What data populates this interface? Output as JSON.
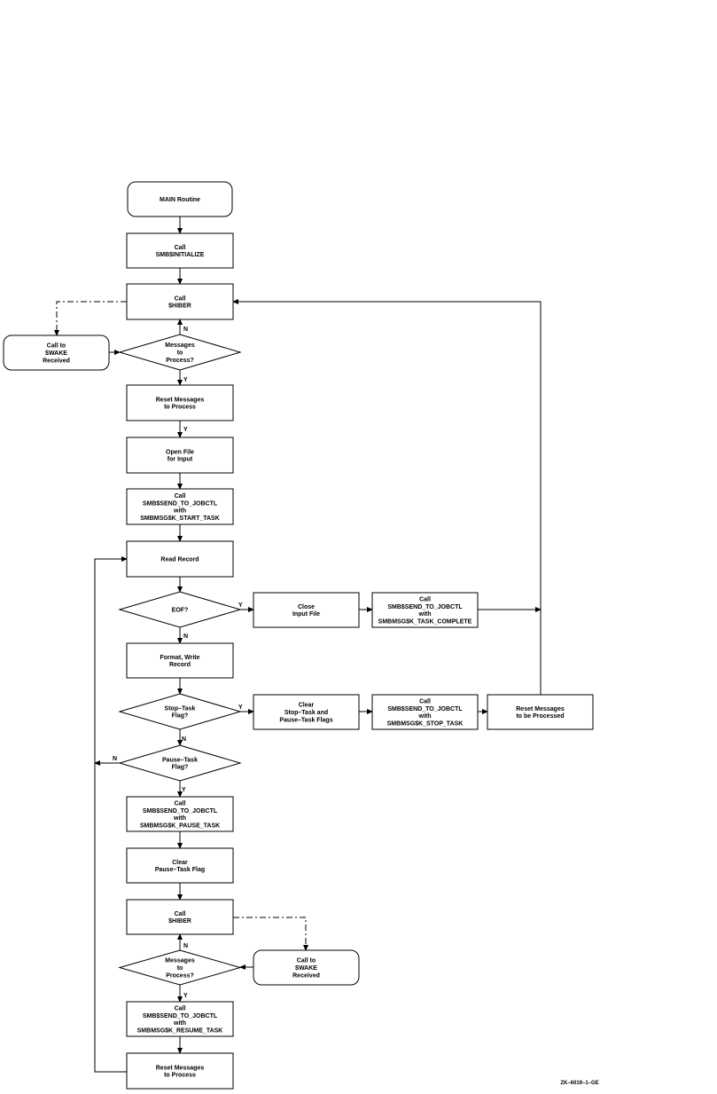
{
  "nodes": {
    "main": [
      "MAIN Routine"
    ],
    "init": [
      "Call",
      "SMB$INITIALIZE"
    ],
    "hiber1": [
      "Call",
      "$HIBER"
    ],
    "wake1": [
      "Call to",
      "$WAKE",
      "Received"
    ],
    "msgs1": [
      "Messages",
      "to",
      "Process?"
    ],
    "reset1": [
      "Reset Messages",
      "to Process"
    ],
    "openfile": [
      "Open File",
      "for Input"
    ],
    "start": [
      "Call",
      "SMB$SEND_TO_JOBCTL",
      "with",
      "SMBMSG$K_START_TASK"
    ],
    "read": [
      "Read Record"
    ],
    "eof": [
      "EOF?"
    ],
    "close": [
      "Close",
      "Input File"
    ],
    "complete": [
      "Call",
      "SMB$SEND_TO_JOBCTL",
      "with",
      "SMBMSG$K_TASK_COMPLETE"
    ],
    "format": [
      "Format, Write",
      "Record"
    ],
    "stopflag": [
      "Stop–Task",
      "Flag?"
    ],
    "clearflags": [
      "Clear",
      "Stop–Task and",
      "Pause–Task Flags"
    ],
    "stop": [
      "Call",
      "SMB$SEND_TO_JOBCTL",
      "with",
      "SMBMSG$K_STOP_TASK"
    ],
    "reset2": [
      "Reset Messages",
      "to be Processed"
    ],
    "pauseflag": [
      "Pause–Task",
      "Flag?"
    ],
    "pause": [
      "Call",
      "SMB$SEND_TO_JOBCTL",
      "with",
      "SMBMSG$K_PAUSE_TASK"
    ],
    "clearpause": [
      "Clear",
      "Pause–Task Flag"
    ],
    "hiber2": [
      "Call",
      "$HIBER"
    ],
    "msgs2": [
      "Messages",
      "to",
      "Process?"
    ],
    "wake2": [
      "Call to",
      "$WAKE",
      "Received"
    ],
    "resume": [
      "Call",
      "SMB$SEND_TO_JOBCTL",
      "with",
      "SMBMSG$K_RESUME_TASK"
    ],
    "reset3": [
      "Reset Messages",
      "to Process"
    ]
  },
  "edge_labels": {
    "msgs1_no": "N",
    "msgs1_yes": "Y",
    "reset1_yes": "Y",
    "eof_yes": "Y",
    "eof_no": "N",
    "stop_yes": "Y",
    "stop_no": "N",
    "pause_no": "N",
    "pause_yes": "Y",
    "msgs2_no": "N",
    "msgs2_yes": "Y"
  },
  "figure_code": "ZK–6019–1–GE"
}
